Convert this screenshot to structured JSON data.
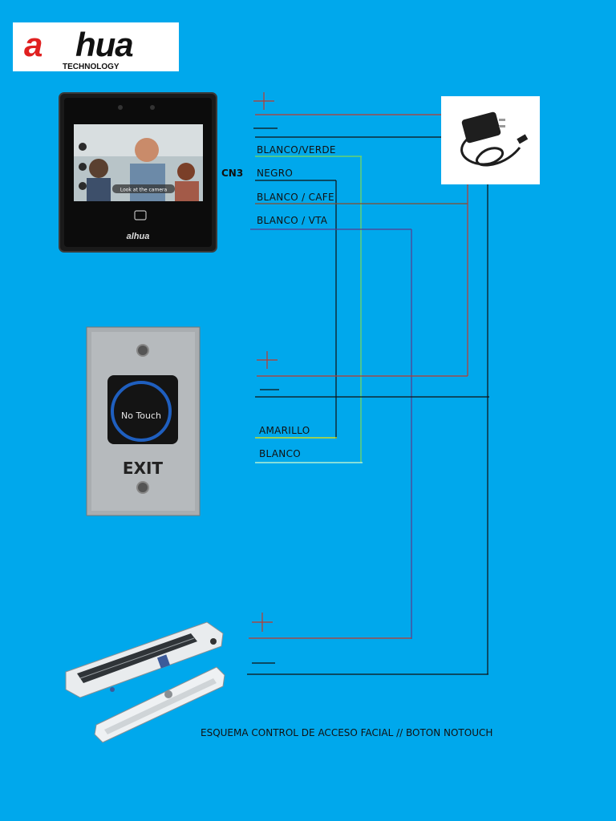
{
  "logo": {
    "brand_a": "a",
    "brand_hua": "hua",
    "brand_sub": "TECHNOLOGY"
  },
  "terminal": "CN3",
  "reader": {
    "wires": [
      "BLANCO/VERDE",
      "NEGRO",
      "BLANCO / CAFE",
      "BLANCO / VTA"
    ],
    "badge": "alhua",
    "screen_text": "Look at the camera"
  },
  "exit_button": {
    "wires": [
      "AMARILLO",
      "BLANCO"
    ],
    "face_text": "No Touch",
    "plate_text": "EXIT"
  },
  "caption": "ESQUEMA CONTROL DE ACCESO FACIAL // BOTON NOTOUCH",
  "colors": {
    "background": "#00a8ec",
    "red_wire": "#c0392b",
    "black_wire": "#111111",
    "green_wire": "#7ed957",
    "yellow_wire": "#f2e600",
    "purple_wire": "#5b3a8c",
    "brown_wire": "#8a4b2a"
  }
}
